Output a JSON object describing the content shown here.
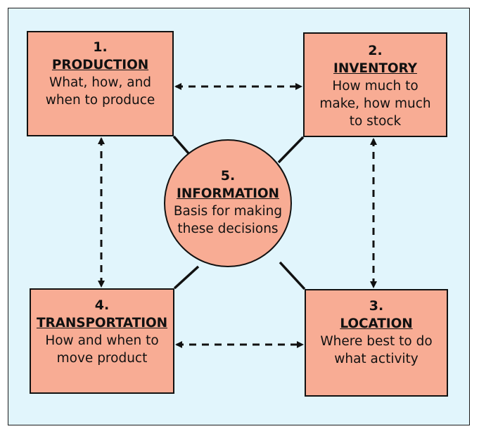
{
  "nodes": {
    "production": {
      "number": "1.",
      "title": "PRODUCTION",
      "lines": [
        "What, how, and",
        "when to produce"
      ]
    },
    "inventory": {
      "number": "2.",
      "title": "INVENTORY",
      "lines": [
        "How much to",
        "make, how much",
        "to stock"
      ]
    },
    "location": {
      "number": "3.",
      "title": "LOCATION",
      "lines": [
        "Where best to do",
        "what activity"
      ]
    },
    "transportation": {
      "number": "4.",
      "title": "TRANSPORTATION",
      "lines": [
        "How and when to",
        "move product"
      ]
    },
    "information": {
      "number": "5.",
      "title": "INFORMATION",
      "lines": [
        "Basis for making",
        "these decisions"
      ]
    }
  },
  "colors": {
    "background": "#e1f5fc",
    "node_fill": "#f8ac94",
    "stroke": "#111111"
  }
}
